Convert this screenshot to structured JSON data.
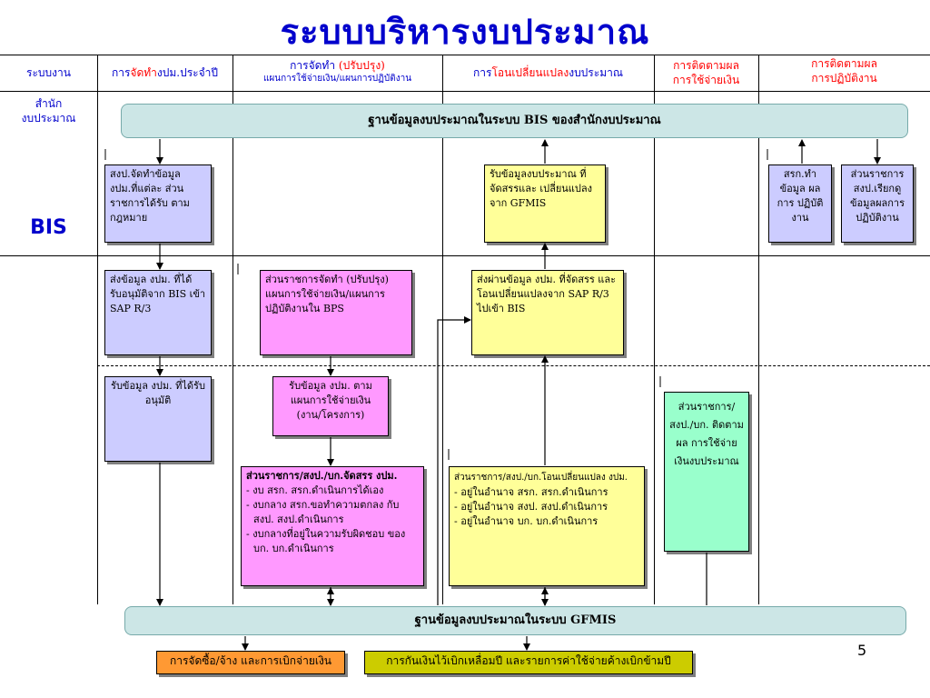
{
  "title": "ระบบบริหารงบประมาณ",
  "columns": {
    "col1": "ระบบงาน",
    "col2_pre": "การ",
    "col2_red": "จัดทำ",
    "col2_post": "งปม.ประจำปี",
    "col3_line1_pre": "การจัดทำ ",
    "col3_line1_red": "(ปรับปรุง)",
    "col3_line2": "แผนการใช้จ่ายเงิน/แผนการปฏิบัติงาน",
    "col4_pre": "การ",
    "col4_red": "โอนเปลี่ยนแปลง",
    "col4_post": "งบประมาณ",
    "col5_line1": "การติดตามผล",
    "col5_line2": "การใช้จ่ายเงิน",
    "col6_line1": "การติดตามผล",
    "col6_line2": "การปฏิบัติงาน"
  },
  "row_labels": {
    "office_line1": "สำนัก",
    "office_line2": "งบประมาณ",
    "bis": "BIS"
  },
  "bands": {
    "bis_db": "ฐานข้อมูลงบประมาณในระบบ BIS ของสำนักงบประมาณ",
    "gfmis_db": "ฐานข้อมูลงบประมาณในระบบ GFMIS"
  },
  "boxes": {
    "b1": "สงป.จัดทำข้อมูล งปม.ที่แต่ละ ส่วนราชการได้รับ ตามกฎหมาย",
    "b2": "รับข้อมูลงบประมาณ ที่จัดสรรและ เปลี่ยนแปลงจาก GFMIS",
    "b3": "สรก.ทำ ข้อมูล ผลการ ปฏิบัติงาน",
    "b4": "ส่วนราชการ สงป.เรียกดู ข้อมูลผลการ ปฏิบัติงาน",
    "b5": "ส่งข้อมูล งปม. ที่ได้ รับอนุมัติจาก BIS เข้า SAP R/3",
    "b6": "ส่วนราชการจัดทำ (ปรับปรุง) แผนการใช้จ่ายเงิน/แผนการ ปฏิบัติงานใน BPS",
    "b7": "ส่งผ่านข้อมูล งปม. ที่จัดสรร และโอนเปลี่ยนแปลงจาก SAP R/3 ไปเข้า BIS",
    "b8": "รับข้อมูล งปม. ที่ได้รับอนุมัติ",
    "b9": "รับข้อมูล งปม. ตาม แผนการใช้จ่ายเงิน (งาน/โครงการ)",
    "b10": "ส่วนราชการ/ สงป./บก. ติดตามผล การใช้จ่าย เงินงบประมาณ",
    "b11_head": "ส่วนราชการ/สงป./บก.จัดสรร งปม.",
    "b11_items": [
      "- งบ สรก. สรก.ดำเนินการได้เอง",
      "- งบกลาง สรก.ขอทำความตกลง กับ สงป. สงป.ดำเนินการ",
      "- งบกลางที่อยู่ในความรับผิดชอบ ของ บก. บก.ดำเนินการ"
    ],
    "b12_head": "ส่วนราชการ/สงป./บก.โอนเปลี่ยนแปลง งปม.",
    "b12_items": [
      "- อยู่ในอำนาจ สรก. สรก.ดำเนินการ",
      "- อยู่ในอำนาจ สงป. สงป.ดำเนินการ",
      "- อยู่ในอำนาจ บก. บก.ดำเนินการ"
    ]
  },
  "bottom": {
    "orange": "การจัดซื้อ/จ้าง และการเบิกจ่ายเงิน",
    "olive": "การกันเงินไว้เบิกเหลื่อมปี และรายการค่าใช้จ่ายค้างเบิกข้ามปี"
  },
  "page_number": "5",
  "colors": {
    "title": "#0000cc",
    "lavender": "#ccccff",
    "pink": "#ff99ff",
    "yellow": "#ffff99",
    "mint": "#99ffcc",
    "band": "#cce6e6",
    "orange": "#ff9933",
    "olive": "#cccc00"
  }
}
